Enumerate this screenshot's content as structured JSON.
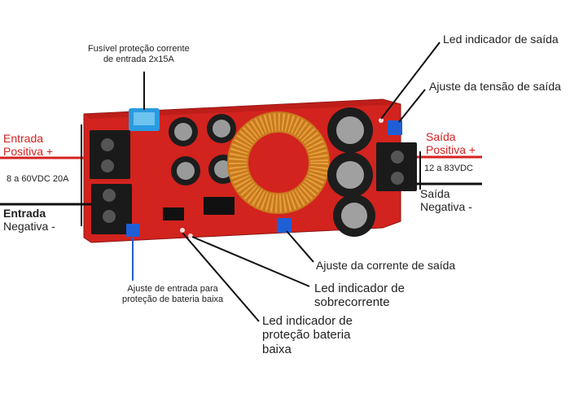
{
  "labels": {
    "fuse": [
      "Fusível proteção corrente",
      "de entrada 2x15A"
    ],
    "led_out": "Led indicador de saída",
    "adj_voltage": "Ajuste da tensão de saída",
    "in_pos": [
      "Entrada",
      "Positiva +"
    ],
    "in_range": "8 a 60VDC 20A",
    "in_neg": [
      "Entrada",
      "Negativa -"
    ],
    "out_pos": [
      "Saída",
      "Positiva +"
    ],
    "out_range": "12 a 83VDC",
    "out_neg": [
      "Saída",
      "Negativa -"
    ],
    "adj_current": "Ajuste da corrente de saída",
    "led_overcurrent": [
      "Led indicador de",
      "sobrecorrente"
    ],
    "adj_input": [
      "Ajuste de entrada para",
      "proteção de bateria baixa"
    ],
    "led_lowbatt": [
      "Led indicador de",
      "proteção bateria",
      "baixa"
    ]
  },
  "colors": {
    "pcb": "#d2231e",
    "input_wire": "#d62020",
    "leader": "#111111",
    "coil": "#c97a1c",
    "capacitor": "#1d1d1d",
    "potentiometer": "#1f5fd6",
    "fuse_holder": "#2a9be0"
  }
}
